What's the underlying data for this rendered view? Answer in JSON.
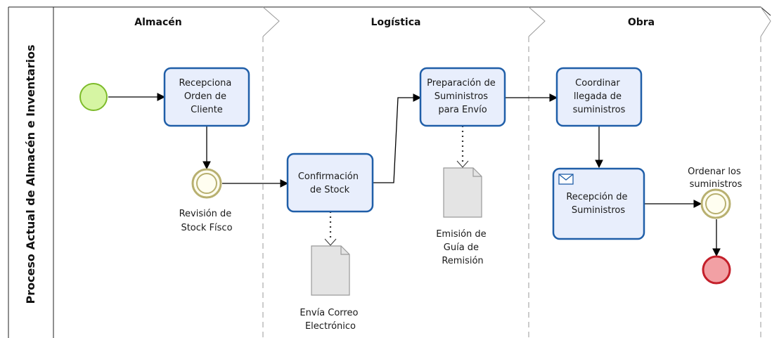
{
  "pool": {
    "title": "Proceso Actual de Almacén e Inventarios"
  },
  "lanes": [
    {
      "label": "Almacén"
    },
    {
      "label": "Logística"
    },
    {
      "label": "Obra"
    }
  ],
  "tasks": {
    "recepciona": [
      "Recepciona",
      "Orden de",
      "Cliente"
    ],
    "confirmacion": [
      "Confirmación",
      "de Stock"
    ],
    "preparacion": [
      "Preparación de",
      "Suministros",
      "para Envío"
    ],
    "coordinar": [
      "Coordinar",
      "llegada de",
      "suministros"
    ],
    "recepcion": [
      "Recepción de",
      "Suministros"
    ]
  },
  "events": {
    "revision": [
      "Revisión de",
      "Stock Físco"
    ],
    "ordenar": [
      "Ordenar los",
      "suministros"
    ]
  },
  "documents": {
    "correo": [
      "Envía Correo",
      "Electrónico"
    ],
    "guia": [
      "Emisión de",
      "Guía de",
      "Remisión"
    ]
  },
  "colors": {
    "task_fill": "#e8eefc",
    "task_stroke": "#1f5ea8",
    "start_fill": "#d6f5a3",
    "start_stroke": "#7dbb2a",
    "intermediate_fill": "#fffef0",
    "intermediate_stroke": "#b8b070",
    "end_fill": "#f2a0a4",
    "end_stroke": "#c41f2a",
    "doc_fill": "#e4e4e4",
    "doc_stroke": "#9a9a9a"
  }
}
